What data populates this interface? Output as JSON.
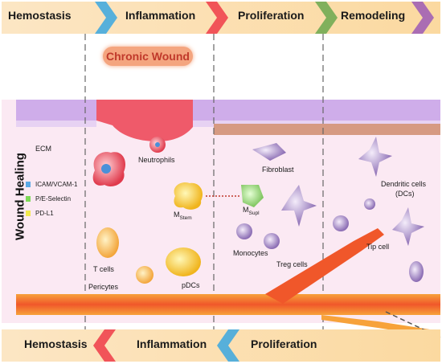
{
  "top_stages": [
    "Hemostasis",
    "Inflammation",
    "Proliferation",
    "Remodeling"
  ],
  "bottom_stages": [
    "Hemostasis",
    "Inflammation",
    "Proliferation"
  ],
  "side_title": "Wound Healing",
  "chronic_wound": "Chronic Wound",
  "ecm": "ECM",
  "legend": [
    {
      "label": "ICAM/VCAM-1",
      "color": "#5aa9e6"
    },
    {
      "label": "P/E-Selectin",
      "color": "#7ed957"
    },
    {
      "label": "PD-L1",
      "color": "#f2e94e"
    }
  ],
  "cells": {
    "neutrophils": "Neutrophils",
    "m_stem": {
      "main": "M",
      "sub": "Stem"
    },
    "m_supl": {
      "main": "M",
      "sub": "Supl"
    },
    "fibroblast": "Fibroblast",
    "dendritic_1": "Dendritic cells",
    "dendritic_2": "(DCs)",
    "t_cells": "T cells",
    "monocytes": "Monocytes",
    "treg": "Treg cells",
    "tip_cell": "Tip cell",
    "pericytes": "Pericytes",
    "pdcs": "pDCs"
  },
  "colors": {
    "bar": "#fcd9a8",
    "wound": "#ef5a6a",
    "vessel": "#f0572a",
    "epidermis": "#c9a6dd",
    "dermis": "#fbeaf3",
    "purple_cell": "#8a6bb3"
  }
}
